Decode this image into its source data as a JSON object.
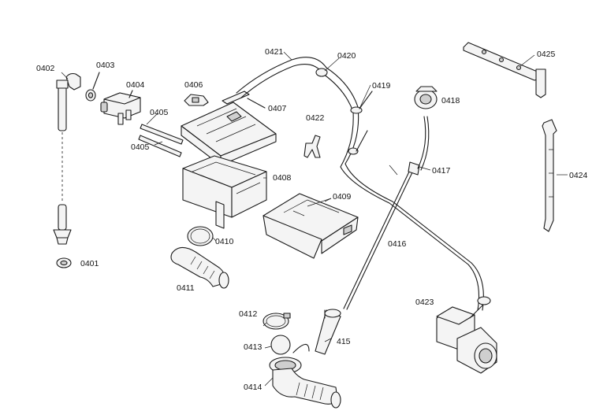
{
  "labels": {
    "p0401": "0401",
    "p0402": "0402",
    "p0403": "0403",
    "p0404": "0404",
    "p0405a": "0405",
    "p0405b": "0405",
    "p0406": "0406",
    "p0407": "0407",
    "p0408": "0408",
    "p0409": "0409",
    "p0410": "0410",
    "p0411": "0411",
    "p0412": "0412",
    "p0413": "0413",
    "p0414": "0414",
    "p0415": "415",
    "p0416": "0416",
    "p0417": "0417",
    "p0418": "0418",
    "p0419": "0419",
    "p0420": "0420",
    "p0421": "0421",
    "p0422": "0422",
    "p0423": "0423",
    "p0424": "0424",
    "p0425": "0425"
  }
}
